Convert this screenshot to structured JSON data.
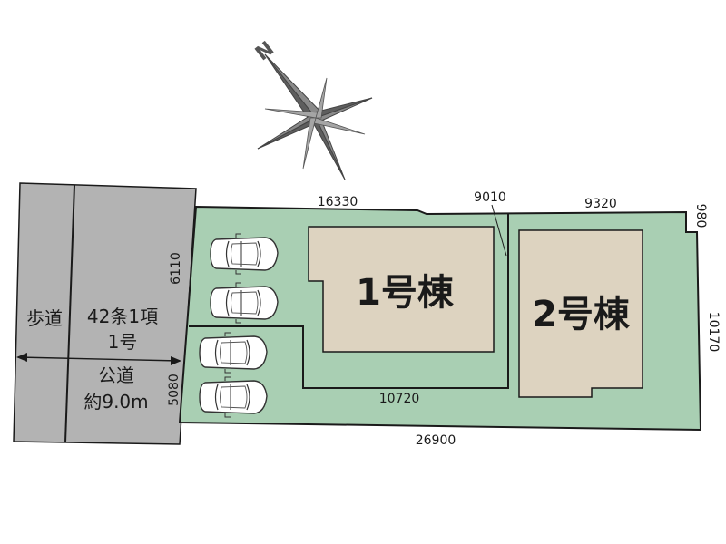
{
  "compass": {
    "north_label": "N"
  },
  "road": {
    "sidewalk_label": "歩道",
    "road_type_line1": "42条1項",
    "road_type_line2": "1号",
    "public_road_label": "公道",
    "width_label": "約9.0m"
  },
  "buildings": [
    {
      "label": "1号棟"
    },
    {
      "label": "2号棟"
    }
  ],
  "dimensions": {
    "top_left": "16330",
    "top_middle": "9010",
    "top_right": "9320",
    "corner_right": "980",
    "right_side": "10170",
    "bottom": "26900",
    "lot1_inner_bottom": "10720",
    "left_upper": "6110",
    "left_lower": "5080"
  },
  "colors": {
    "road": "#b3b3b3",
    "lot": "#a9cfb3",
    "building": "#ddd3c0",
    "outline": "#1a1a1a"
  }
}
